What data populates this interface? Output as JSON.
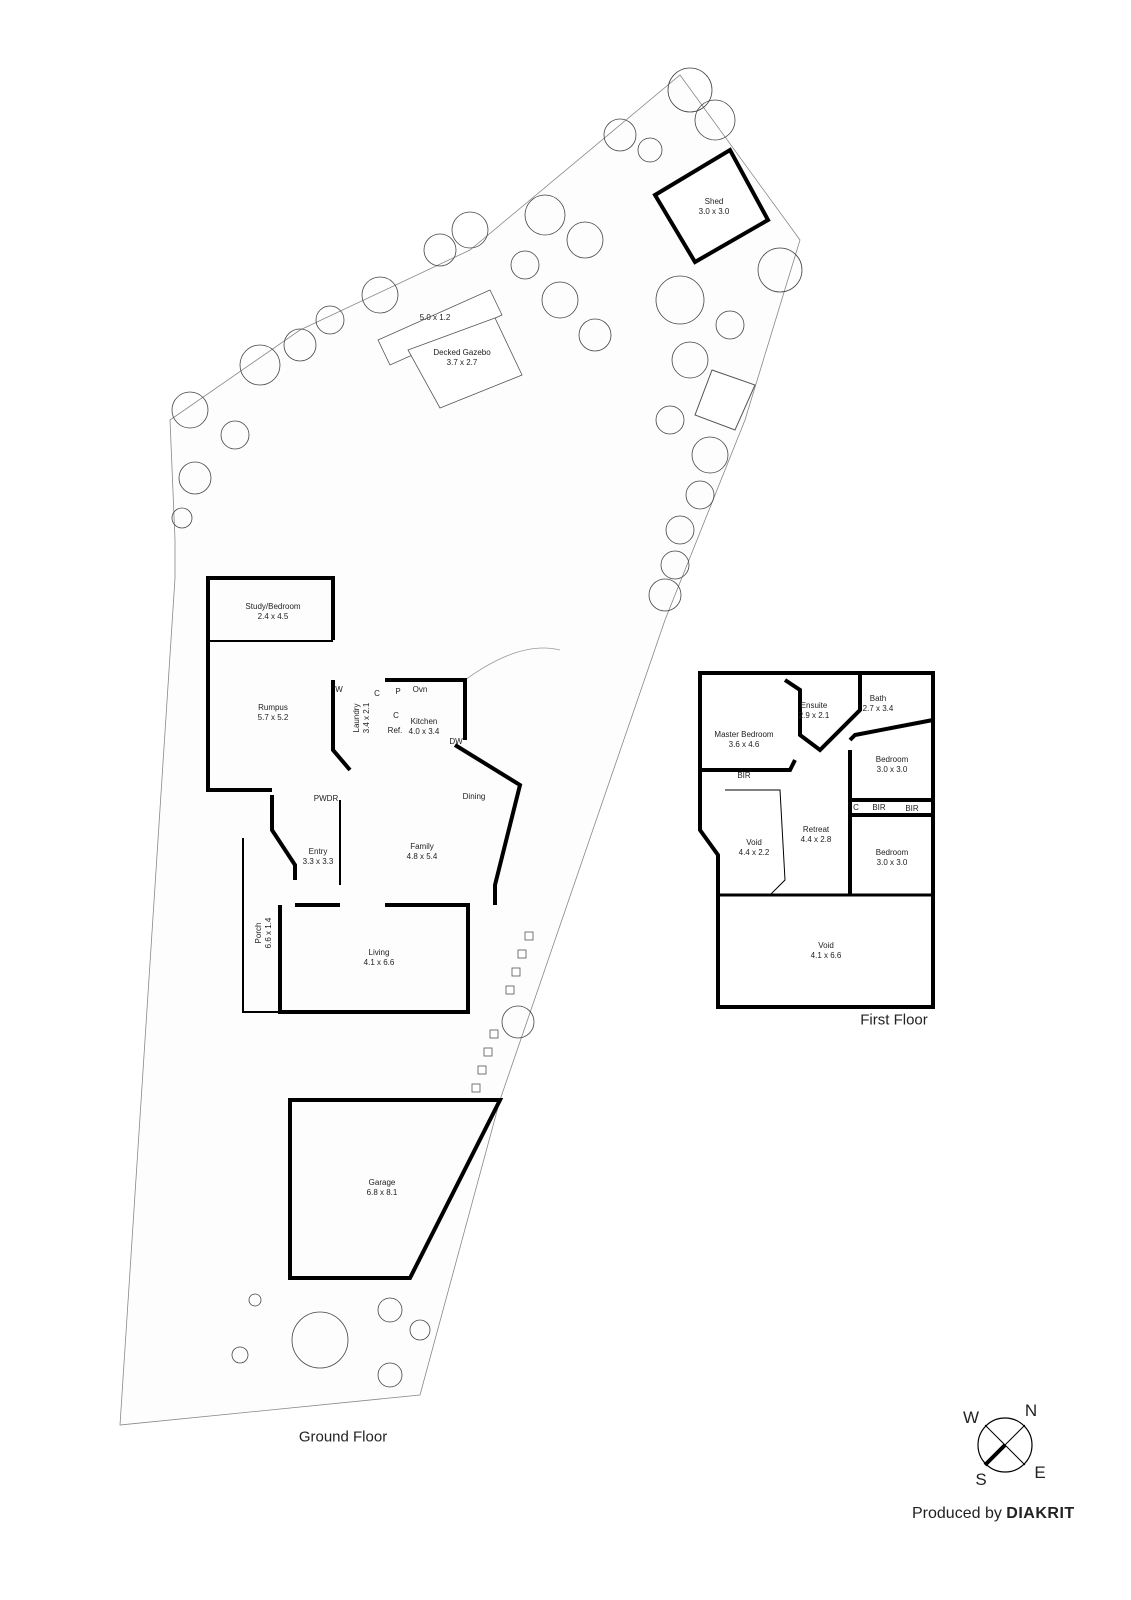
{
  "ground_floor": {
    "title": "Ground Floor",
    "rooms": [
      {
        "name": "Study/Bedroom",
        "size": "2.4 x 4.5"
      },
      {
        "name": "Rumpus",
        "size": "5.7 x 5.2"
      },
      {
        "name": "Laundry",
        "size": "3.4 x 2.1"
      },
      {
        "name": "Kitchen",
        "size": "4.0 x 3.4"
      },
      {
        "name": "Dining",
        "size": ""
      },
      {
        "name": "Family",
        "size": "4.8 x 5.4"
      },
      {
        "name": "Entry",
        "size": "3.3 x 3.3"
      },
      {
        "name": "PWDR",
        "size": ""
      },
      {
        "name": "Porch",
        "size": "6.6 x 1.4"
      },
      {
        "name": "Living",
        "size": "4.1 x 6.6"
      },
      {
        "name": "Garage",
        "size": "6.8 x 8.1"
      },
      {
        "name": "Shed",
        "size": "3.0 x 3.0"
      },
      {
        "name": "Decked Gazebo",
        "size": "3.7 x 2.7"
      },
      {
        "name": "",
        "size": "5.0 x 1.2"
      }
    ],
    "fixtures": [
      "W",
      "C",
      "P",
      "Ovn",
      "C",
      "Ref.",
      "DW"
    ]
  },
  "first_floor": {
    "title": "First Floor",
    "rooms": [
      {
        "name": "Master Bedroom",
        "size": "3.6 x 4.6"
      },
      {
        "name": "Ensuite",
        "size": "2.9 x 2.1"
      },
      {
        "name": "Bath",
        "size": "2.7 x 3.4"
      },
      {
        "name": "Bedroom",
        "size": "3.0 x 3.0"
      },
      {
        "name": "BIR",
        "size": ""
      },
      {
        "name": "Retreat",
        "size": "4.4 x 2.8"
      },
      {
        "name": "Void",
        "size": "4.4 x 2.2"
      },
      {
        "name": "Bedroom",
        "size": "3.0 x 3.0"
      },
      {
        "name": "Void",
        "size": "4.1 x 6.6"
      },
      {
        "name": "C",
        "size": ""
      },
      {
        "name": "BIR",
        "size": ""
      },
      {
        "name": "BIR",
        "size": ""
      }
    ]
  },
  "compass": {
    "n": "N",
    "e": "E",
    "s": "S",
    "w": "W"
  },
  "credit": {
    "prefix": "Produced by",
    "brand": "DIAKRIT"
  }
}
